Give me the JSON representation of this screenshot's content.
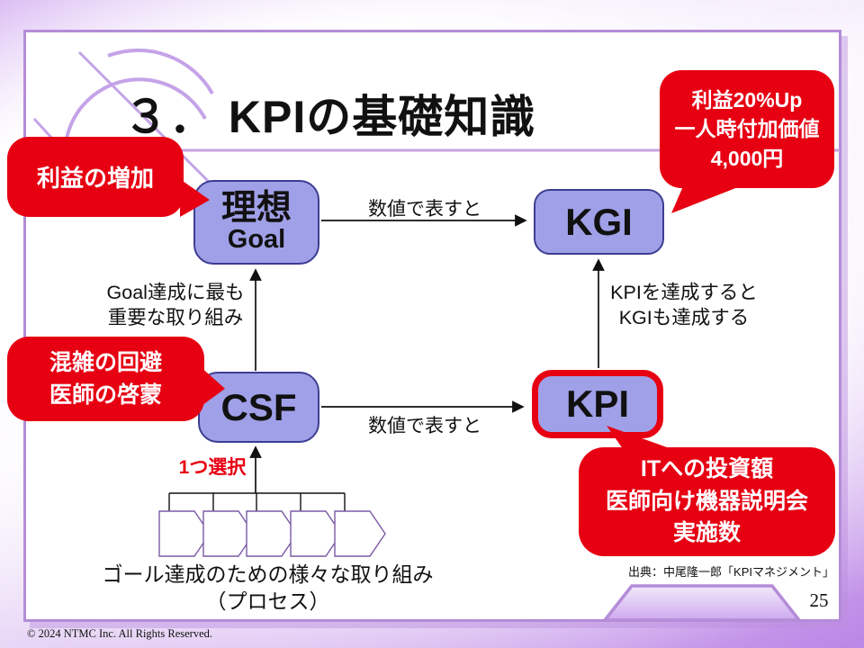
{
  "slide": {
    "title": "３． KPIの基礎知識",
    "page_number": "25",
    "footer": "© 2024 NTMC Inc. All Rights Reserved.",
    "source": "出典：中尾隆一郎「KPIマネジメント」"
  },
  "boxes": {
    "ideal": {
      "label": "理想",
      "sublabel": "Goal"
    },
    "kgi": {
      "label": "KGI"
    },
    "csf": {
      "label": "CSF"
    },
    "kpi": {
      "label": "KPI"
    }
  },
  "arrow_labels": {
    "ideal_to_kgi": "数値で表すと",
    "csf_to_kpi": "数値で表すと",
    "csf_to_ideal_line1": "Goal達成に最も",
    "csf_to_ideal_line2": "重要な取り組み",
    "kpi_to_kgi_line1": "KPIを達成すると",
    "kpi_to_kgi_line2": "KGIも達成する",
    "select_one": "1つ選択"
  },
  "process": {
    "caption_line1": "ゴール達成のための様々な取り組み",
    "caption_line2": "（プロセス）"
  },
  "bubbles": {
    "goal_example": {
      "line1": "利益の増加"
    },
    "kgi_example": {
      "line1": "利益20%Up",
      "line2": "一人時付加価値",
      "line3": "4,000円"
    },
    "csf_example": {
      "line1": "混雑の回避",
      "line2": "医師の啓蒙"
    },
    "kpi_example": {
      "line1": "ITへの投資額",
      "line2": "医師向け機器説明会",
      "line3": "実施数"
    }
  },
  "colors": {
    "bubble_red": "#e60012",
    "box_fill": "#a0a0e8",
    "box_border": "#3d3d92",
    "frame_purple": "#b48cd8"
  }
}
